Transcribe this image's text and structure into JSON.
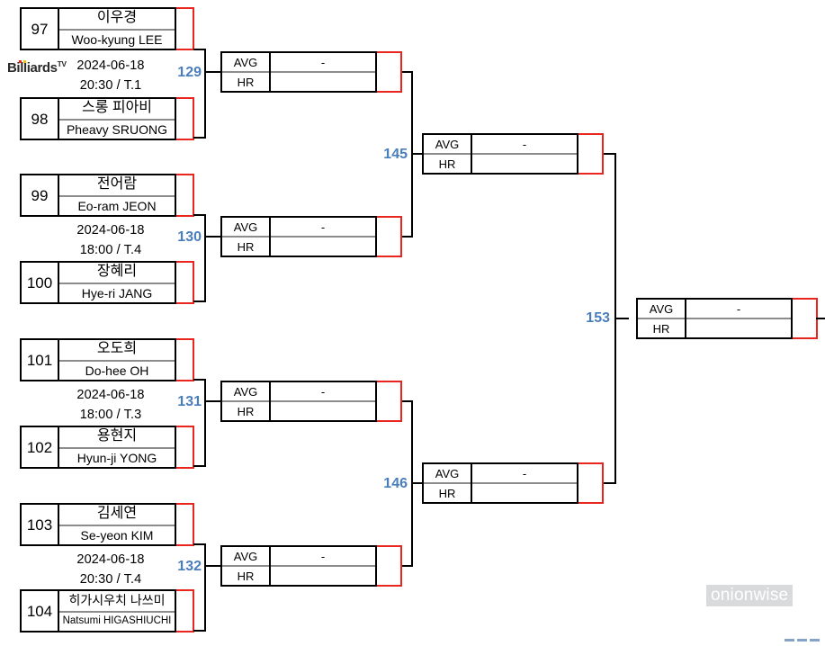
{
  "branding": {
    "logo_text": "Billiards",
    "logo_sup": "TV",
    "watermark": "onionwise"
  },
  "labels": {
    "avg": "AVG",
    "hr": "HR",
    "empty_value": "-"
  },
  "round1": [
    {
      "match_no": "129",
      "date": "2024-06-18",
      "time": "20:30 / T.1",
      "players": [
        {
          "seed": "97",
          "name_ko": "이우경",
          "name_en": "Woo-kyung LEE",
          "score": ""
        },
        {
          "seed": "98",
          "name_ko": "스롱 피아비",
          "name_en": "Pheavy SRUONG",
          "score": ""
        }
      ]
    },
    {
      "match_no": "130",
      "date": "2024-06-18",
      "time": "18:00 / T.4",
      "players": [
        {
          "seed": "99",
          "name_ko": "전어람",
          "name_en": "Eo-ram JEON",
          "score": ""
        },
        {
          "seed": "100",
          "name_ko": "장혜리",
          "name_en": "Hye-ri JANG",
          "score": ""
        }
      ]
    },
    {
      "match_no": "131",
      "date": "2024-06-18",
      "time": "18:00 / T.3",
      "players": [
        {
          "seed": "101",
          "name_ko": "오도희",
          "name_en": "Do-hee OH",
          "score": ""
        },
        {
          "seed": "102",
          "name_ko": "용현지",
          "name_en": "Hyun-ji YONG",
          "score": ""
        }
      ]
    },
    {
      "match_no": "132",
      "date": "2024-06-18",
      "time": "20:30 / T.4",
      "players": [
        {
          "seed": "103",
          "name_ko": "김세연",
          "name_en": "Se-yeon KIM",
          "score": ""
        },
        {
          "seed": "104",
          "name_ko": "히가시우치 나쓰미",
          "name_en": "Natsumi HIGASHIUCHI",
          "score": ""
        }
      ]
    }
  ],
  "round2": [
    {
      "match_no": "145",
      "avg": "-",
      "hr": "",
      "score": ""
    },
    {
      "match_no": "146",
      "avg": "-",
      "hr": "",
      "score": ""
    }
  ],
  "round2_slots": [
    {
      "avg": "-",
      "hr": "",
      "score": ""
    },
    {
      "avg": "-",
      "hr": "",
      "score": ""
    },
    {
      "avg": "-",
      "hr": "",
      "score": ""
    },
    {
      "avg": "-",
      "hr": "",
      "score": ""
    }
  ],
  "final": {
    "match_no": "153",
    "avg": "-",
    "hr": "",
    "score": ""
  },
  "colors": {
    "score_border": "#e8251f",
    "match_number": "#4a7ebb",
    "divider": "#8c8c8c",
    "watermark_bg": "#d8dadc"
  }
}
